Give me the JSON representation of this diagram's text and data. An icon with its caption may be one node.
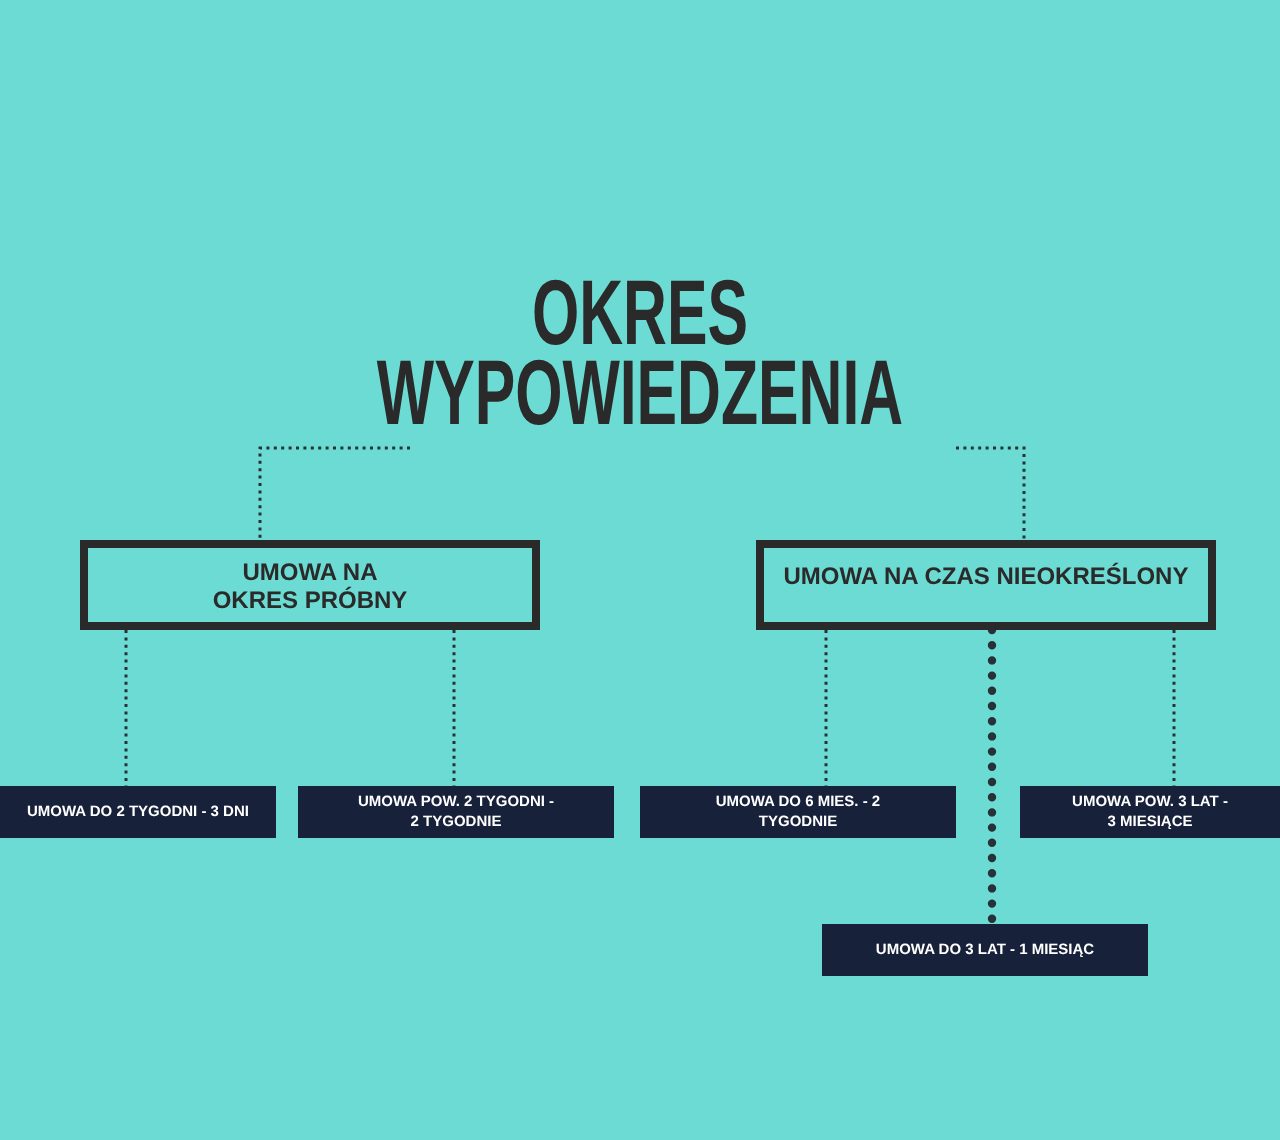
{
  "diagram": {
    "nodes": [
      {
        "text": [
          "OKRES WYPOWIEDZENIA"
        ]
      },
      {
        "text": [
          "UMOWA NA OKRES PRÓBNY"
        ]
      },
      {
        "text": [
          "UMOWA NA CZAS NIEOKREŚLONY"
        ]
      },
      {
        "text": [
          "UMOWA DO 2 TYGODNI - 3 DNI"
        ]
      },
      {
        "text": [
          "UMOWA POW. 2 TYGODNI - 2 TYGODNIE"
        ]
      },
      {
        "text": [
          "UMOWA DO 6 MIES. - 2 TYGODNIE"
        ]
      },
      {
        "text": [
          "UMOWA POW. 3 LAT - 3 MIESIĄCE"
        ]
      },
      {
        "text": [
          "UMOWA DO 3 LAT - 1 MIESIĄC"
        ]
      }
    ],
    "edges": [
      {
        "from": 0,
        "to": 1,
        "arrow": "none",
        "style": "dashed"
      },
      {
        "from": 0,
        "to": 2,
        "arrow": "none",
        "style": "dashed"
      },
      {
        "from": 1,
        "to": 3,
        "arrow": "none",
        "style": "dashed"
      },
      {
        "from": 1,
        "to": 4,
        "arrow": "none",
        "style": "dashed"
      },
      {
        "from": 2,
        "to": 5,
        "arrow": "none",
        "style": "dashed"
      },
      {
        "from": 2,
        "to": 7,
        "arrow": "none",
        "style": "thick"
      },
      {
        "from": 2,
        "to": 6,
        "arrow": "none",
        "style": "dashed"
      }
    ]
  }
}
